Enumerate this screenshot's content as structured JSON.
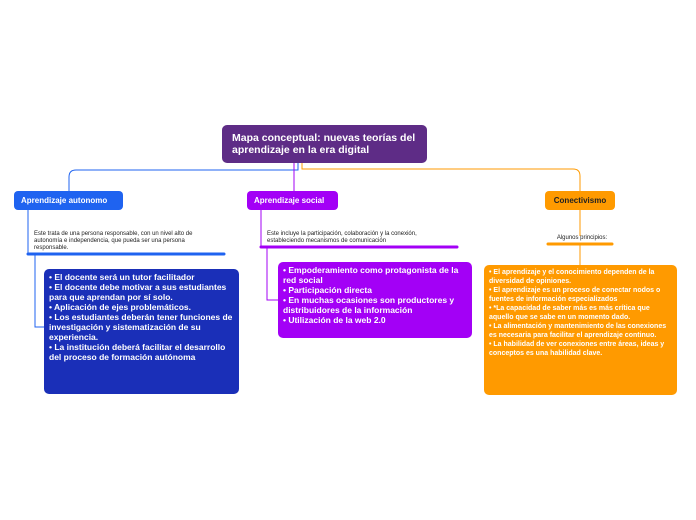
{
  "root": {
    "title": "Mapa conceptual: nuevas teorías del aprendizaje en la era digital"
  },
  "colors": {
    "root": "#5e2c86",
    "blue": "#1f63f0",
    "dark_blue": "#1a2fb8",
    "purple": "#a300f6",
    "orange": "#ff9a00"
  },
  "branches": [
    {
      "label": "Aprendizaje autonomo",
      "description": "Este trata de una persona responsable, con un nivel alto de autonomía e independencia, que pueda ser una persona responsable.",
      "items": [
        "•      El docente será un tutor facilitador",
        "•      El docente debe motivar a sus estudiantes para que aprendan por sí solo.",
        "•      Aplicación de ejes problemáticos.",
        "•      Los estudiantes deberán tener funciones de investigación y sistematización de su experiencia.",
        "•      La institución deberá facilitar el desarrollo del proceso de formación autónoma"
      ]
    },
    {
      "label": "Aprendizaje social",
      "description": "Este incluye la participación, colaboración y la conexión, estableciendo mecanismos de comunicación",
      "items": [
        "•      Empoderamiento como protagonista de la red social",
        "•      Participación directa",
        "•      En muchas ocasiones son productores y distribuidores de la información",
        "•      Utilización de la web 2.0"
      ]
    },
    {
      "label": "Conectivismo",
      "description": "Algunos principios:",
      "items": [
        "•      El aprendizaje y el conocimiento dependen de la diversidad de opiniones.",
        "•      El aprendizaje es un proceso de conectar nodos o fuentes de información especializados",
        "•      *La capacidad de saber más es más crítica que aquello que se sabe en un momento dado.",
        "•      La alimentación y mantenimiento de las conexiones es necesaria para facilitar el aprendizaje continuo.",
        "•      La habilidad de ver conexiones entre áreas, ideas y conceptos es una habilidad clave."
      ]
    }
  ]
}
